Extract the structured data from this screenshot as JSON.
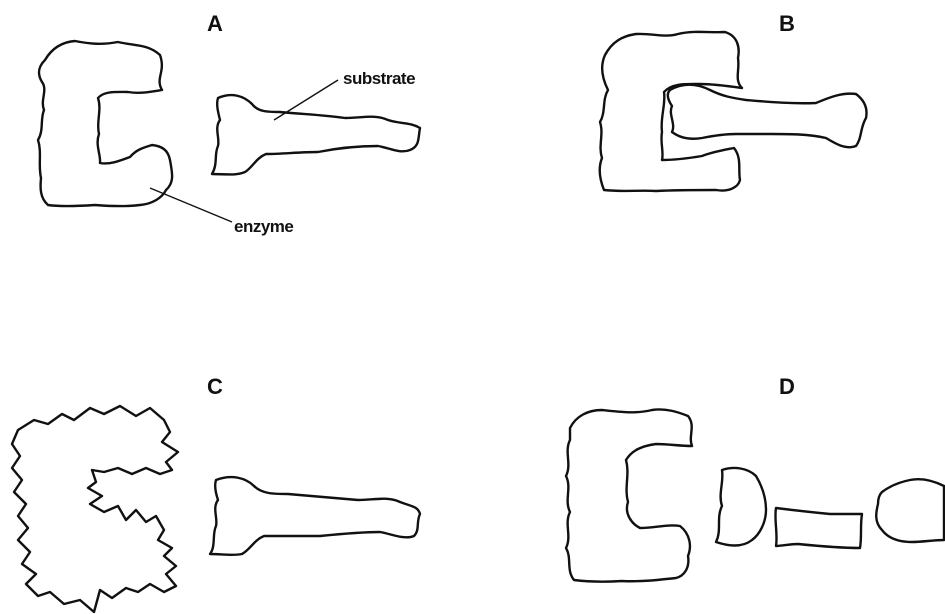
{
  "panels": [
    {
      "id": "A",
      "label": "A"
    },
    {
      "id": "B",
      "label": "B"
    },
    {
      "id": "C",
      "label": "C"
    },
    {
      "id": "D",
      "label": "D"
    }
  ],
  "callouts": {
    "substrate": "substrate",
    "enzyme": "enzyme"
  },
  "colors": {
    "ink": "#111111",
    "background": "#ffffff"
  }
}
